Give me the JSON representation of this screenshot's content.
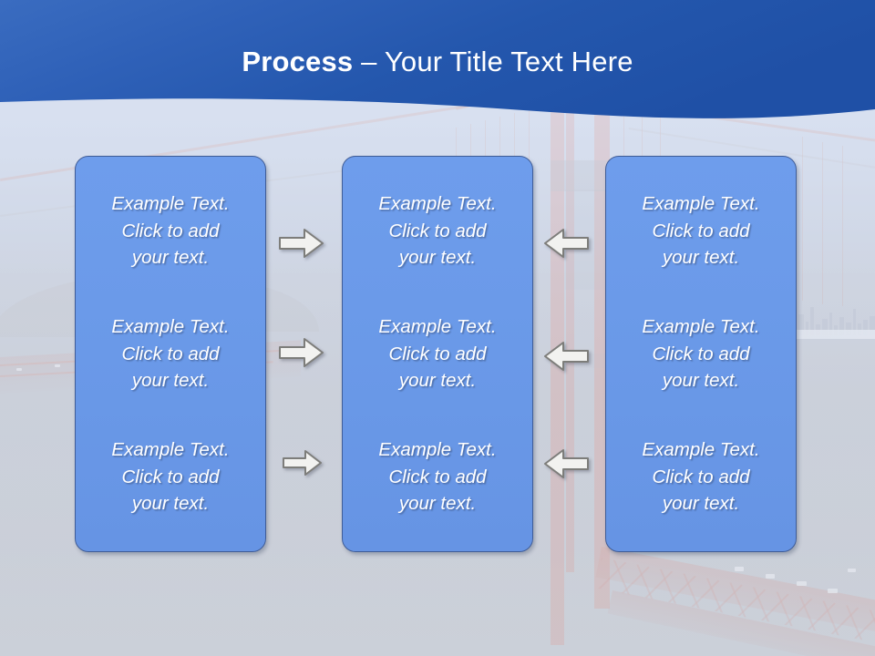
{
  "slide": {
    "title_bold": "Process",
    "title_rest": " – Your Title Text Here",
    "accent_header": "#2458ad",
    "accent_box": "#6b9bea",
    "box_border": "#3f5c96",
    "text_color": "#ffffff"
  },
  "columns": [
    {
      "name": "column-1",
      "cells": [
        "Example Text.\nClick  to add\nyour text.",
        "Example Text.\nClick  to add\nyour text.",
        "Example Text.\nClick  to add\nyour text."
      ]
    },
    {
      "name": "column-2",
      "cells": [
        "Example Text.\nClick  to add\nyour text.",
        "Example Text.\nClick  to add\nyour text.",
        "Example Text.\nClick  to add\nyour text."
      ]
    },
    {
      "name": "column-3",
      "cells": [
        "Example Text.\nClick  to add\nyour text.",
        "Example Text.\nClick  to add\nyour text.",
        "Example Text.\nClick  to add\nyour text."
      ]
    }
  ],
  "arrows": [
    {
      "name": "arrow-right-1",
      "direction": "right"
    },
    {
      "name": "arrow-right-2",
      "direction": "right"
    },
    {
      "name": "arrow-right-3",
      "direction": "right"
    },
    {
      "name": "arrow-left-1",
      "direction": "left"
    },
    {
      "name": "arrow-left-2",
      "direction": "left"
    },
    {
      "name": "arrow-left-3",
      "direction": "left"
    }
  ],
  "background": {
    "subject": "golden-gate-bridge-photo",
    "treatment": "faded-washout"
  }
}
